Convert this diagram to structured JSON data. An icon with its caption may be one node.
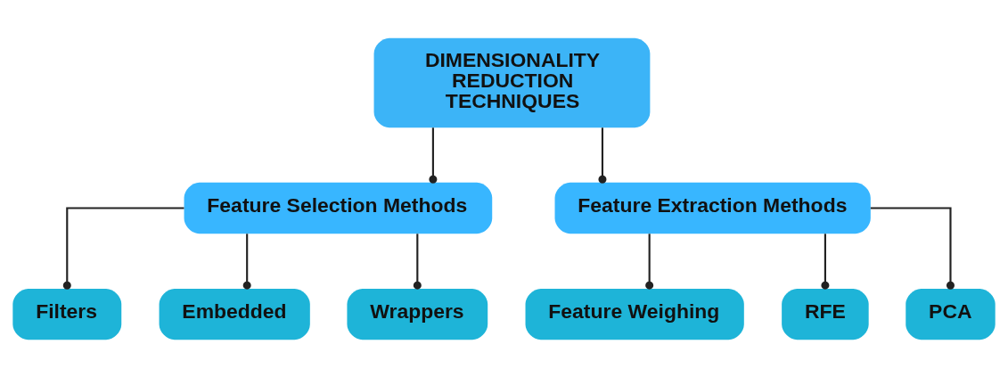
{
  "diagram": {
    "nodes": [
      {
        "text": [
          "DIMENSIONALITY REDUCTION TECHNIQUES"
        ]
      },
      {
        "text": [
          "Feature Selection Methods"
        ]
      },
      {
        "text": [
          "Feature Extraction Methods"
        ]
      },
      {
        "text": [
          "Filters"
        ]
      },
      {
        "text": [
          "Embedded"
        ]
      },
      {
        "text": [
          "Wrappers"
        ]
      },
      {
        "text": [
          "Feature Weighing"
        ]
      },
      {
        "text": [
          "RFE"
        ]
      },
      {
        "text": [
          "PCA"
        ]
      }
    ],
    "edges": [
      {
        "from": 0,
        "to": 1,
        "arrow": "other"
      },
      {
        "from": 0,
        "to": 2,
        "arrow": "other"
      },
      {
        "from": 1,
        "to": 3,
        "arrow": "other"
      },
      {
        "from": 1,
        "to": 4,
        "arrow": "other"
      },
      {
        "from": 1,
        "to": 5,
        "arrow": "other"
      },
      {
        "from": 2,
        "to": 6,
        "arrow": "other"
      },
      {
        "from": 2,
        "to": 7,
        "arrow": "other"
      },
      {
        "from": 2,
        "to": 8,
        "arrow": "other"
      }
    ]
  }
}
